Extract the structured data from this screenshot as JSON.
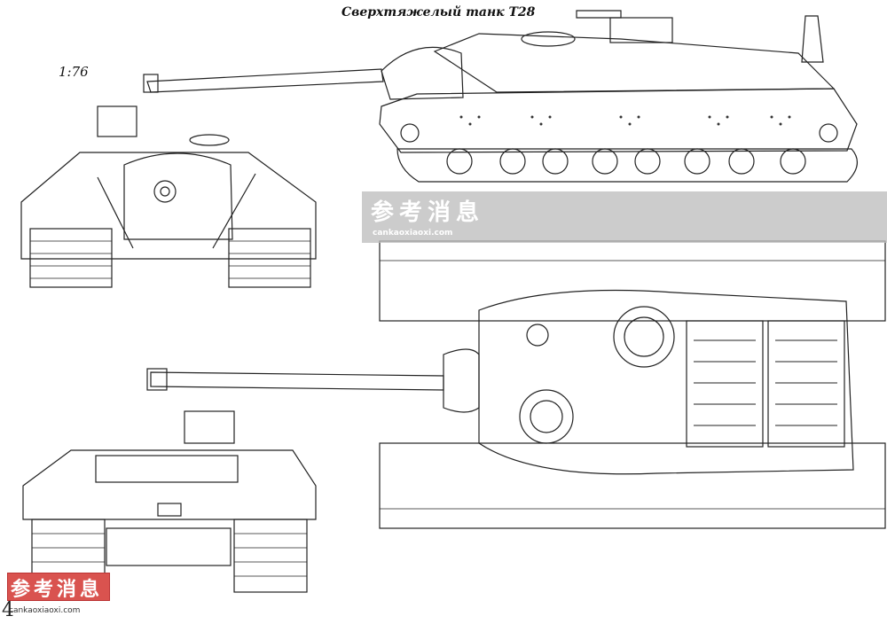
{
  "title": "Сверхтяжелый танк Т28",
  "scale": "1:76",
  "page_number": "4",
  "watermark": {
    "cn": "参考消息",
    "url": "cankaoxiaoxi.com"
  },
  "logo": {
    "cn": "参考消息",
    "url": "cankaoxiaoxi.com",
    "color": "#d9534f"
  },
  "views": [
    "front-view",
    "side-view",
    "top-view",
    "rear-view"
  ]
}
